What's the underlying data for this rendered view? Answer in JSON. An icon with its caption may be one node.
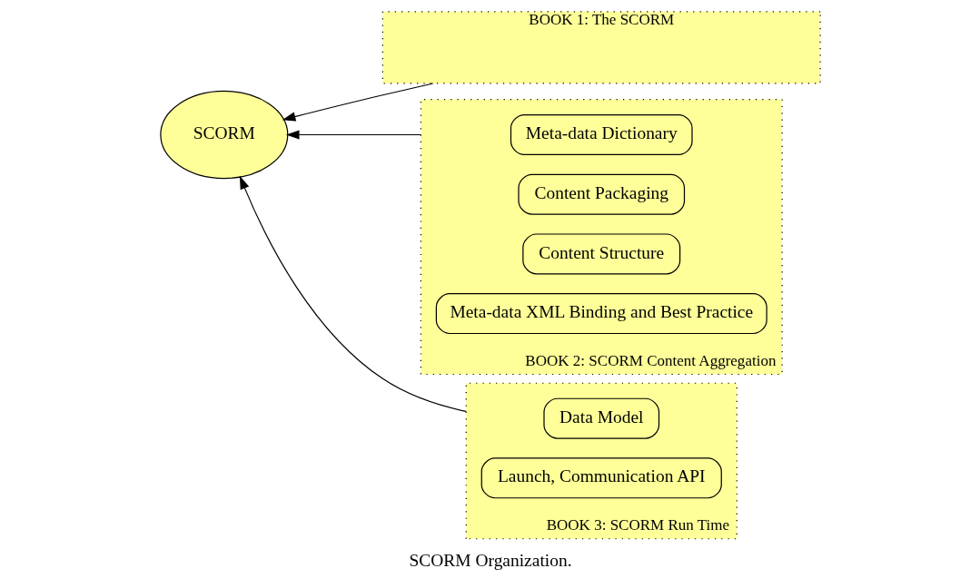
{
  "diagram": {
    "caption": "SCORM Organization.",
    "nodes": [
      {
        "text": [
          "SCORM"
        ]
      },
      {
        "text": [
          "BOOK 1: The SCORM"
        ]
      },
      {
        "text": [
          "BOOK 2: SCORM Content Aggregation"
        ]
      },
      {
        "text": [
          "Meta-data Dictionary"
        ],
        "in": 2
      },
      {
        "text": [
          "Content Packaging"
        ],
        "in": 2
      },
      {
        "text": [
          "Content Structure"
        ],
        "in": 2
      },
      {
        "text": [
          "Meta-data XML Binding and Best Practice"
        ],
        "in": 2
      },
      {
        "text": [
          "BOOK 3: SCORM Run Time"
        ]
      },
      {
        "text": [
          "Data Model"
        ],
        "in": 7
      },
      {
        "text": [
          "Launch, Communication API"
        ],
        "in": 7
      }
    ],
    "edges": [
      {
        "from": 1,
        "to": 0,
        "arrow": "to"
      },
      {
        "from": 2,
        "to": 0,
        "arrow": "to"
      },
      {
        "from": 7,
        "to": 0,
        "arrow": "to"
      }
    ]
  }
}
